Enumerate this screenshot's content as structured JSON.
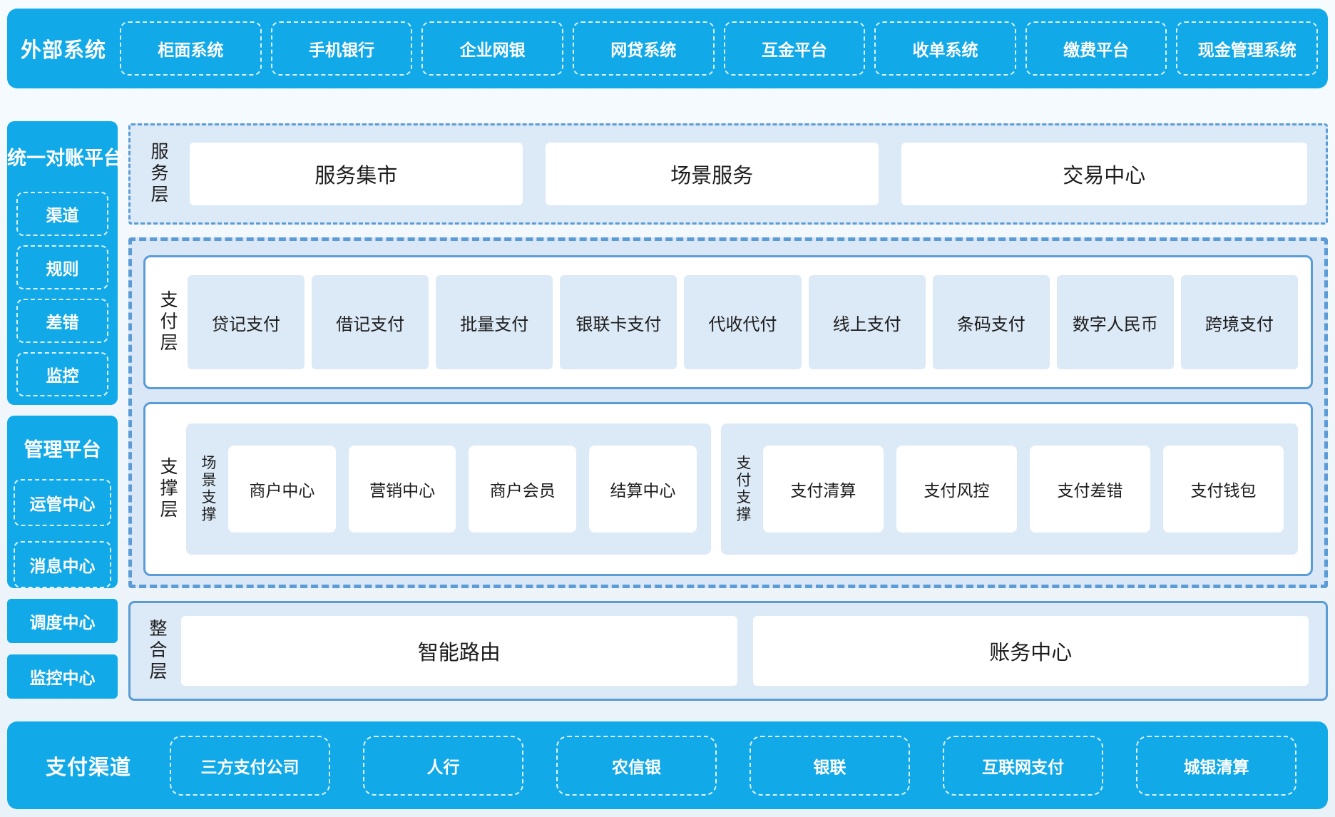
{
  "colors": {
    "accent_blue": "#12a9e8",
    "panel_bg": "#dce9f6",
    "panel_border": "#5b9cd6",
    "text_dark": "#1c1c1c",
    "text_on_blue": "#ffffff"
  },
  "external_systems": {
    "title": "外部系统",
    "items": [
      "柜面系统",
      "手机银行",
      "企业网银",
      "网贷系统",
      "互金平台",
      "收单系统",
      "缴费平台",
      "现金管理系统"
    ]
  },
  "reconciliation_platform": {
    "title": "统一对账平台",
    "items": [
      "渠道",
      "规则",
      "差错",
      "监控"
    ]
  },
  "management_platform": {
    "title": "管理平台",
    "items": [
      "运管中心",
      "消息中心"
    ]
  },
  "dispatch_center": "调度中心",
  "monitor_center": "监控中心",
  "service_layer": {
    "label": "服务层",
    "items": [
      "服务集市",
      "场景服务",
      "交易中心"
    ]
  },
  "payment_layer": {
    "label": "支付层",
    "items": [
      "贷记支付",
      "借记支付",
      "批量支付",
      "银联卡支付",
      "代收代付",
      "线上支付",
      "条码支付",
      "数字人民币",
      "跨境支付"
    ]
  },
  "support_layer": {
    "label": "支撑层",
    "groups": [
      {
        "label": "场景支撑",
        "items": [
          "商户中心",
          "营销中心",
          "商户会员",
          "结算中心"
        ]
      },
      {
        "label": "支付支撑",
        "items": [
          "支付清算",
          "支付风控",
          "支付差错",
          "支付钱包"
        ]
      }
    ]
  },
  "integration_layer": {
    "label": "整合层",
    "items": [
      "智能路由",
      "账务中心"
    ]
  },
  "payment_channels": {
    "title": "支付渠道",
    "items": [
      "三方支付公司",
      "人行",
      "农信银",
      "银联",
      "互联网支付",
      "城银清算"
    ]
  }
}
